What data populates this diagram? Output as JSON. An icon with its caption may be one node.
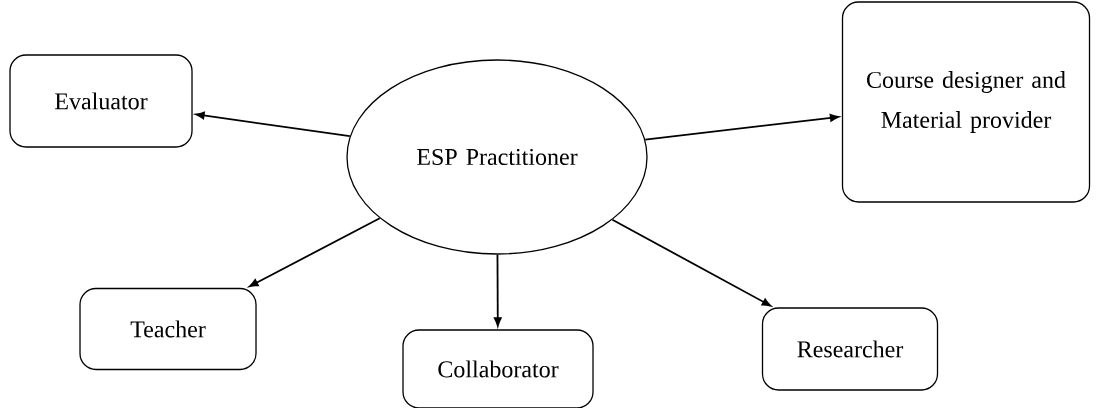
{
  "diagram": {
    "nodes": [
      {
        "text": [
          "ESP Practitioner"
        ]
      },
      {
        "text": [
          "Evaluator"
        ]
      },
      {
        "text": [
          "Course designer and Material provider"
        ]
      },
      {
        "text": [
          "Teacher"
        ]
      },
      {
        "text": [
          "Collaborator"
        ]
      },
      {
        "text": [
          "Researcher"
        ]
      }
    ],
    "edges": [
      {
        "from": 0,
        "to": 1,
        "arrow": "to"
      },
      {
        "from": 0,
        "to": 2,
        "arrow": "to"
      },
      {
        "from": 0,
        "to": 3,
        "arrow": "to"
      },
      {
        "from": 0,
        "to": 4,
        "arrow": "to"
      },
      {
        "from": 0,
        "to": 5,
        "arrow": "to"
      }
    ]
  }
}
